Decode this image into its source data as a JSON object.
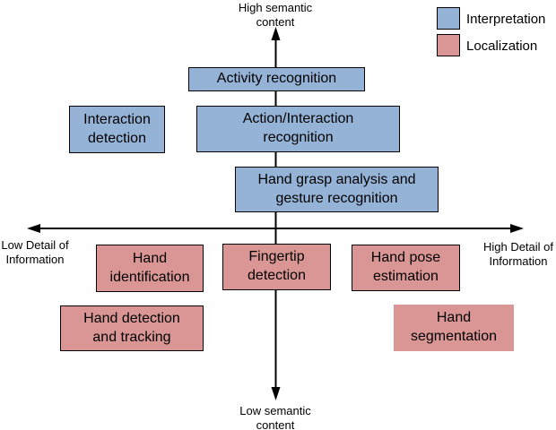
{
  "diagram": {
    "title_semantic": "Taxonomy of hand-analysis tasks on semantic/detail axes",
    "axes": {
      "vertical_top_label": "High semantic\ncontent",
      "vertical_bottom_label": "Low semantic\ncontent",
      "horizontal_left_label": "Low Detail of\nInformation",
      "horizontal_right_label": "High Detail of\nInformation"
    },
    "legend": {
      "items": [
        {
          "label": "Interpretation",
          "color": "#95B3D7"
        },
        {
          "label": "Localization",
          "color": "#D99694"
        }
      ]
    },
    "colors": {
      "interpretation": "#95B3D7",
      "localization": "#D99694",
      "border": "#000000",
      "axis": "#000000",
      "background": "#ffffff"
    },
    "nodes": [
      {
        "id": "activity-recognition",
        "label": "Activity recognition",
        "category": "Interpretation"
      },
      {
        "id": "interaction-detection",
        "label": "Interaction\ndetection",
        "category": "Interpretation"
      },
      {
        "id": "action-interaction-recognition",
        "label": "Action/Interaction\nrecognition",
        "category": "Interpretation"
      },
      {
        "id": "hand-grasp-gesture-recognition",
        "label": "Hand grasp analysis and\ngesture recognition",
        "category": "Interpretation"
      },
      {
        "id": "hand-identification",
        "label": "Hand\nidentification",
        "category": "Localization"
      },
      {
        "id": "fingertip-detection",
        "label": "Fingertip\ndetection",
        "category": "Localization"
      },
      {
        "id": "hand-pose-estimation",
        "label": "Hand pose\nestimation",
        "category": "Localization"
      },
      {
        "id": "hand-detection-and-tracking",
        "label": "Hand detection\nand tracking",
        "category": "Localization"
      },
      {
        "id": "hand-segmentation",
        "label": "Hand\nsegmentation",
        "category": "Localization"
      }
    ]
  }
}
